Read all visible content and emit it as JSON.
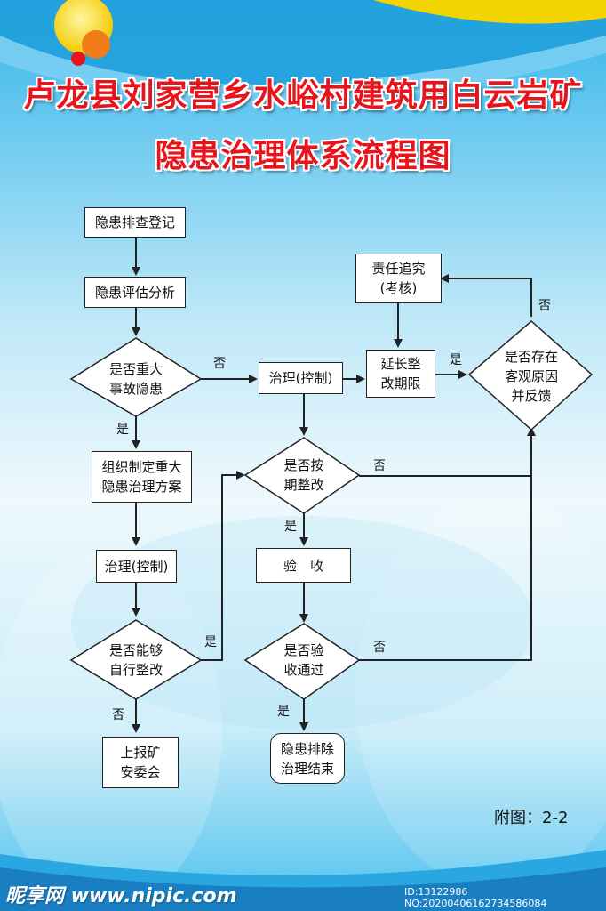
{
  "title": {
    "line1": "卢龙县刘家营乡水峪村建筑用白云岩矿",
    "line2": "隐患治理体系流程图"
  },
  "nodes": {
    "register": "隐患排查登记",
    "assess": "隐患评估分析",
    "major_q": "是否重大\n事故隐患",
    "organize": "组织制定重大\n隐患治理方案",
    "govern_left": "治理(控制)",
    "self_q": "是否能够\n自行整改",
    "report": "上报矿\n安委会",
    "govern_mid": "治理(控制)",
    "ontime_q": "是否按\n期整改",
    "inspect": "验　收",
    "pass_q": "是否验\n收通过",
    "end": "隐患排除\n治理结束",
    "accountability": "责任追究\n(考核)",
    "extend": "延长整\n改期限",
    "objective_q": "是否存在\n客观原因\n并反馈"
  },
  "labels": {
    "major_no": "否",
    "major_yes": "是",
    "self_yes": "是",
    "self_no": "否",
    "ontime_yes": "是",
    "ontime_no": "否",
    "pass_no": "否",
    "pass_yes": "是",
    "objective_yes": "是",
    "objective_no": "否"
  },
  "appendix": "附图：2-2",
  "watermark": {
    "logo": "昵享网 www.nipic.com",
    "id": "ID:13122986 NO:20200406162734586084"
  },
  "colors": {
    "title": "#e8141b",
    "background_top": "#2aa7e0",
    "background_light": "#e6f6fc",
    "line": "#222222"
  }
}
